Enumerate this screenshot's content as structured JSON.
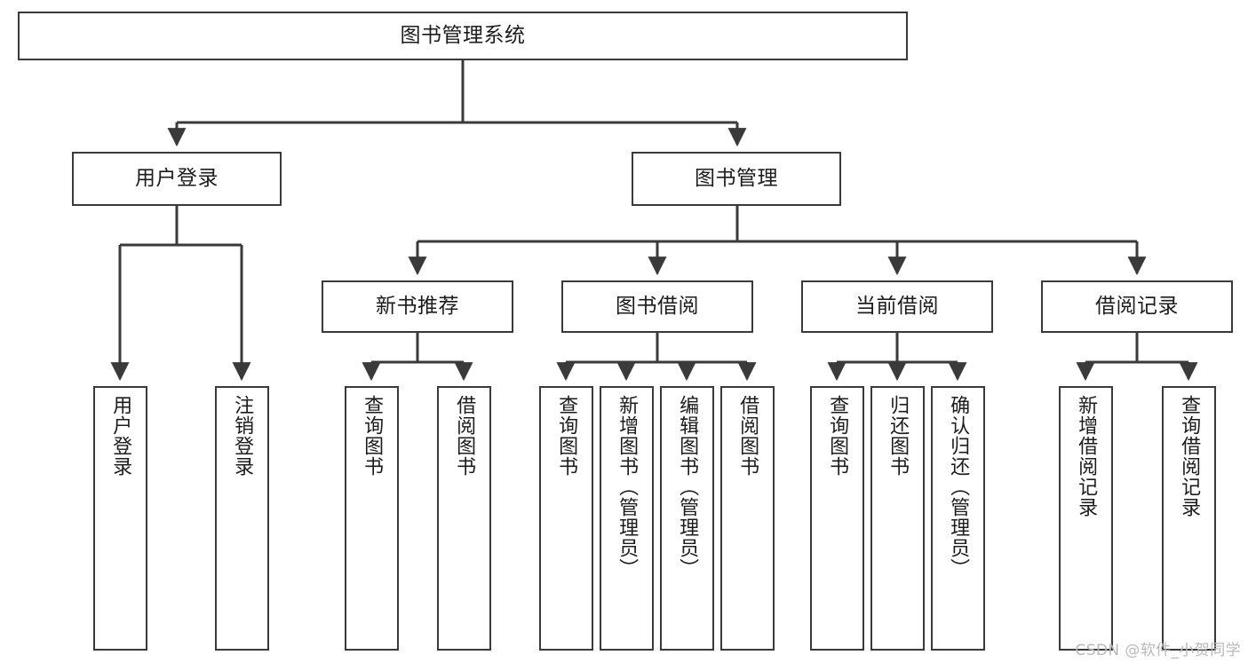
{
  "diagram": {
    "title": "图书管理系统",
    "type": "tree-functional-structure",
    "line_color": "#3a3a3a",
    "box_fill": "#ffffff",
    "text_color": "#1c1c1c"
  },
  "nodes": {
    "root": {
      "label": "图书管理系统"
    },
    "level2": [
      {
        "label": "用户登录"
      },
      {
        "label": "图书管理"
      }
    ],
    "level3": [
      {
        "label": "新书推荐"
      },
      {
        "label": "图书借阅"
      },
      {
        "label": "当前借阅"
      },
      {
        "label": "借阅记录"
      }
    ],
    "leaves": [
      {
        "label": "用户登录"
      },
      {
        "label": "注销登录"
      },
      {
        "label": "查询图书"
      },
      {
        "label": "借阅图书"
      },
      {
        "label": "查询图书"
      },
      {
        "label": "新增图书（管理员）"
      },
      {
        "label": "编辑图书（管理员）"
      },
      {
        "label": "借阅图书"
      },
      {
        "label": "查询图书"
      },
      {
        "label": "归还图书"
      },
      {
        "label": "确认归还（管理员）"
      },
      {
        "label": "新增借阅记录"
      },
      {
        "label": "查询借阅记录"
      }
    ]
  },
  "watermark": {
    "text": "CSDN @软件_小贺同学"
  }
}
